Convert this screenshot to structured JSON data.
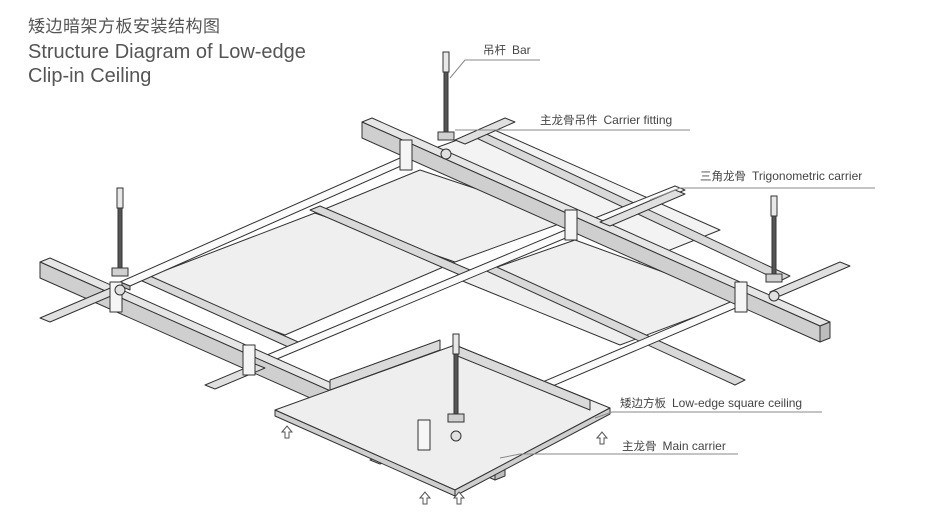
{
  "title": {
    "chinese": "矮边暗架方板安装结构图",
    "english": "Structure Diagram of Low-edge Clip-in Ceiling"
  },
  "labels": [
    {
      "id": "bar",
      "chinese": "吊杆",
      "english": "Bar"
    },
    {
      "id": "carrier-fitting",
      "chinese": "主龙骨吊件",
      "english": "Carrier fitting"
    },
    {
      "id": "trigonometric-carrier",
      "chinese": "三角龙骨",
      "english": "Trigonometric carrier"
    },
    {
      "id": "square-ceiling",
      "chinese": "矮边方板",
      "english": "Low-edge square ceiling"
    },
    {
      "id": "main-carrier",
      "chinese": "主龙骨",
      "english": "Main carrier"
    }
  ],
  "components": {
    "hanger_rods": 4,
    "main_carriers": 2,
    "trigonometric_carriers": 3,
    "ceiling_panels": 4,
    "install_arrows": 4
  },
  "colors": {
    "line": "#333333",
    "panel_fill": "#efefef",
    "rail_fill": "#d6d6d6",
    "leader": "#888888",
    "text": "#555555"
  }
}
